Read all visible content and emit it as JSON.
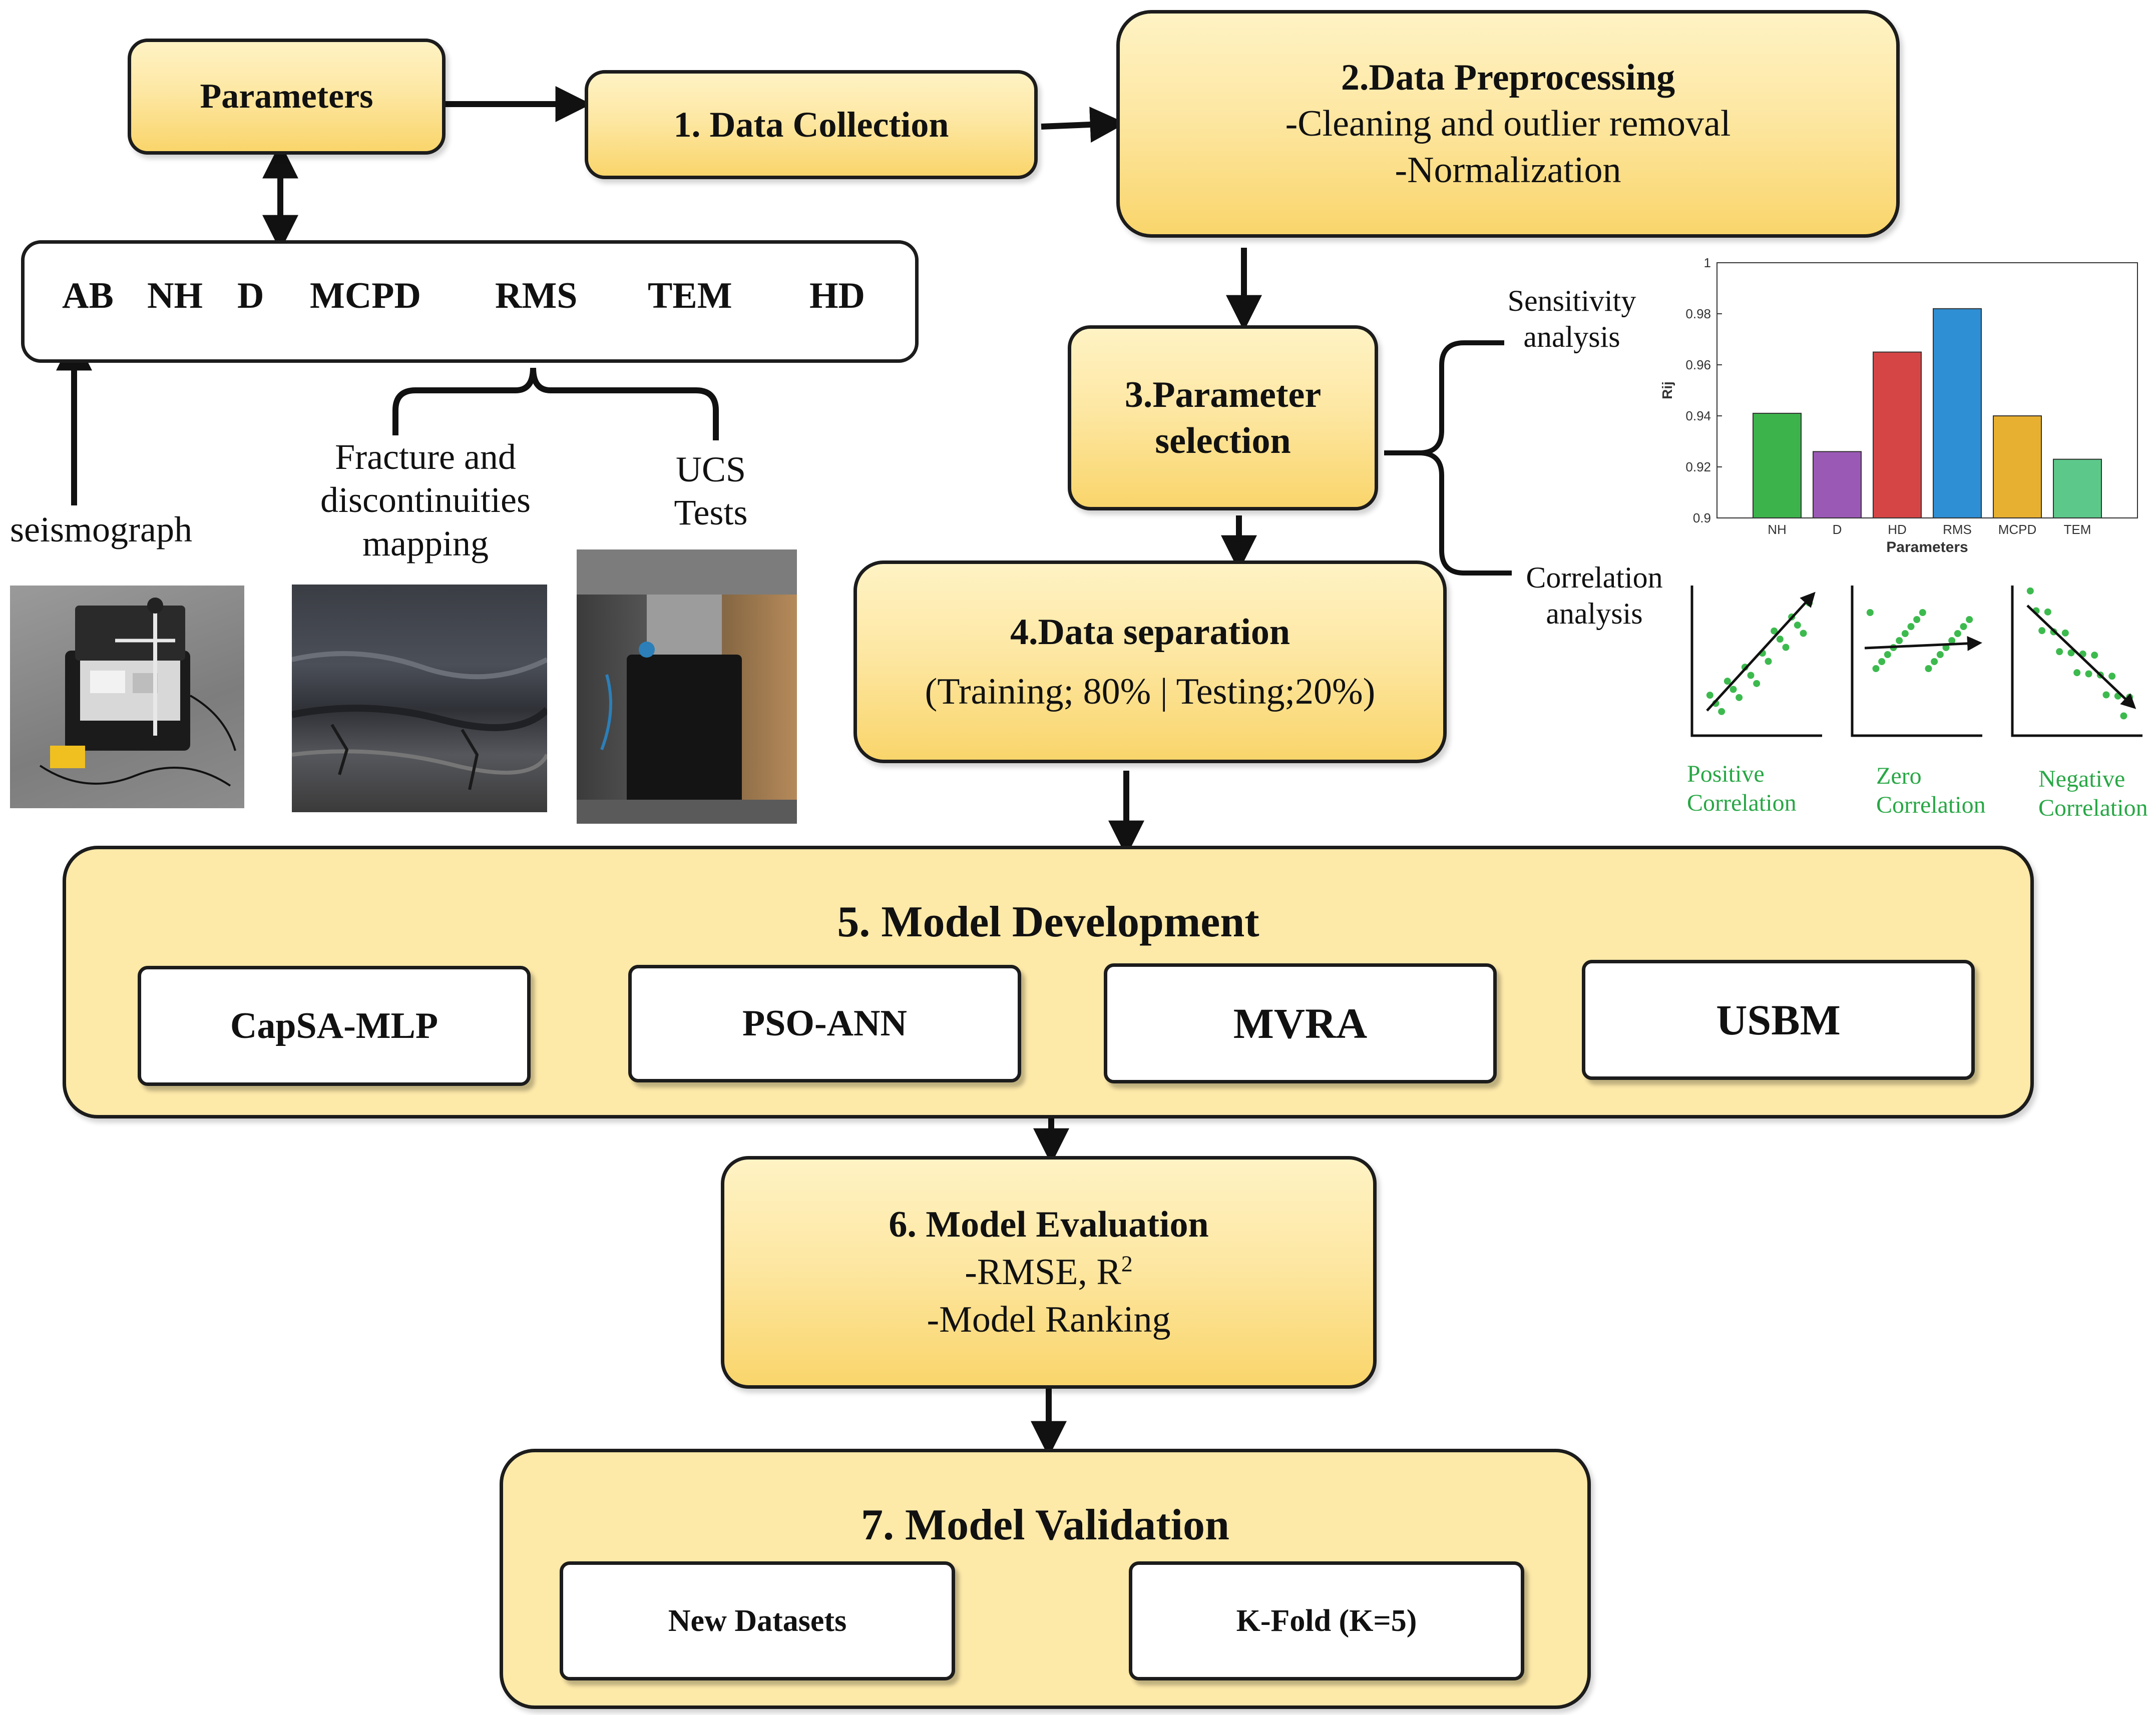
{
  "parameters_box": {
    "label": "Parameters"
  },
  "step1": {
    "label": "1. Data Collection"
  },
  "step2": {
    "title": "2.Data Preprocessing",
    "items": [
      "-Cleaning and outlier removal",
      "-Normalization"
    ]
  },
  "parameters_list": [
    "AB",
    "NH",
    "D",
    "MCPD",
    "RMS",
    "TEM",
    "HD"
  ],
  "sources": {
    "seismograph": "seismograph",
    "fracture": [
      "Fracture and",
      "discontinuities",
      "mapping"
    ],
    "ucs": [
      "UCS",
      "Tests"
    ]
  },
  "step3": {
    "title_line1": "3.Parameter",
    "title_line2": "selection"
  },
  "analysis": {
    "sensitivity": [
      "Sensitivity",
      "analysis"
    ],
    "correlation": [
      "Correlation",
      "analysis"
    ]
  },
  "step4": {
    "title": "4.Data separation",
    "detail": "(Training; 80% | Testing;20%)"
  },
  "step5": {
    "title": "5. Model Development",
    "models": [
      "CapSA-MLP",
      "PSO-ANN",
      "MVRA",
      "USBM"
    ]
  },
  "step6": {
    "title": "6. Model Evaluation",
    "item1": "-RMSE, R",
    "item1_sup": "2",
    "item2": "-Model Ranking"
  },
  "step7": {
    "title": "7. Model Validation",
    "methods": [
      "New Datasets",
      "K-Fold (K=5)"
    ]
  },
  "chart_data": {
    "type": "bar",
    "categories": [
      "NH",
      "D",
      "HD",
      "RMS",
      "MCPD",
      "TEM"
    ],
    "values": [
      0.941,
      0.926,
      0.965,
      0.982,
      0.94,
      0.923
    ],
    "colors": [
      "#3cb44b",
      "#9b59b6",
      "#d64545",
      "#2e8fd4",
      "#e8b030",
      "#5cc98a"
    ],
    "ylabel": "Rij",
    "xlabel": "Parameters",
    "ylim": [
      0.9,
      1.0
    ],
    "yticks": [
      "0.9",
      "0.92",
      "0.94",
      "0.96",
      "0.98",
      "1"
    ]
  },
  "correlation_examples": [
    {
      "line1": "Positive",
      "line2": "Correlation"
    },
    {
      "line1": "Zero",
      "line2": "Correlation"
    },
    {
      "line1": "Negative",
      "line2": "Correlation"
    }
  ]
}
